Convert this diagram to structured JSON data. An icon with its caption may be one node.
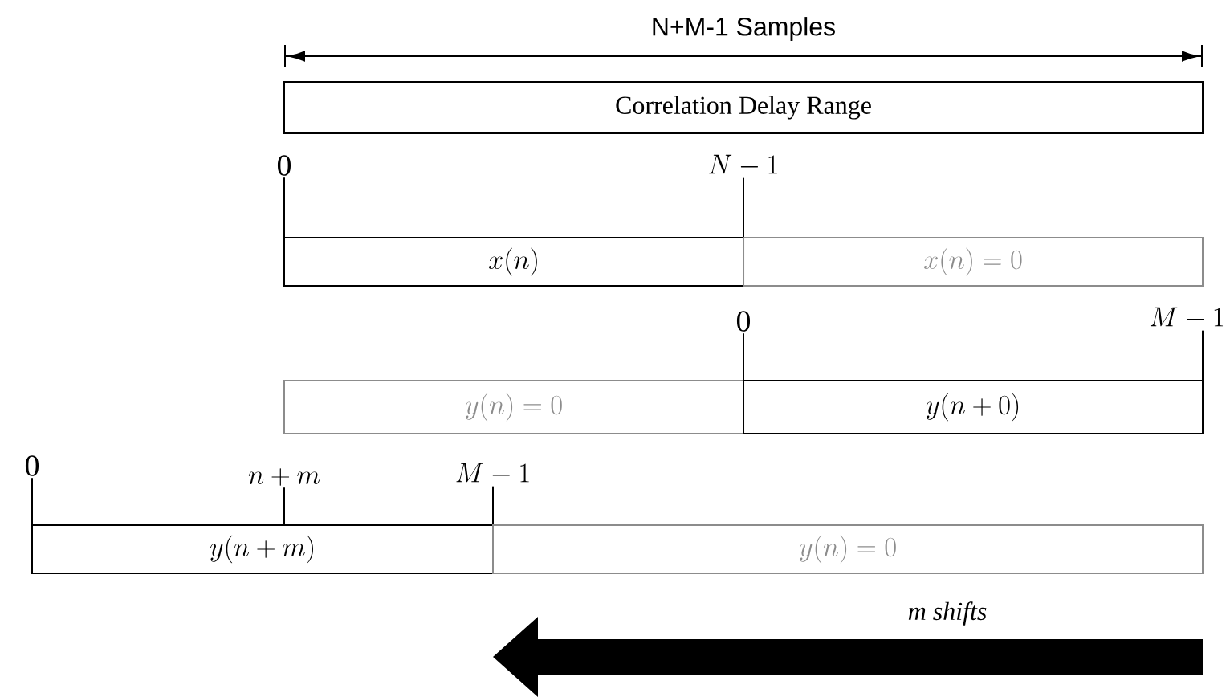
{
  "diagram": {
    "nodes": [
      {
        "text": [
          "Correlation Delay Range"
        ]
      },
      {
        "text": [
          "x(n)"
        ]
      },
      {
        "text": [
          "x(n) = 0"
        ]
      },
      {
        "text": [
          "y(n) = 0"
        ]
      },
      {
        "text": [
          "y(n + 0)"
        ]
      },
      {
        "text": [
          "y(n + m)"
        ]
      },
      {
        "text": [
          "y(n) = 0"
        ]
      },
      {
        "text": [
          "0"
        ]
      },
      {
        "text": [
          "N - 1"
        ]
      },
      {
        "text": [
          "0"
        ]
      },
      {
        "text": [
          "M - 1"
        ]
      },
      {
        "text": [
          "0"
        ]
      },
      {
        "text": [
          "n + m"
        ]
      },
      {
        "text": [
          "M - 1"
        ]
      }
    ],
    "edges": [
      {
        "from": 7,
        "to": 1,
        "arrow": "none"
      },
      {
        "from": 8,
        "to": 1,
        "arrow": "none"
      },
      {
        "from": 9,
        "to": 4,
        "arrow": "none"
      },
      {
        "from": 10,
        "to": 4,
        "arrow": "none"
      },
      {
        "from": 11,
        "to": 5,
        "arrow": "none"
      },
      {
        "from": 12,
        "to": 5,
        "arrow": "none"
      },
      {
        "from": 13,
        "to": 5,
        "arrow": "none"
      }
    ],
    "labels": [
      "N+M-1 Samples",
      "m shifts"
    ]
  }
}
